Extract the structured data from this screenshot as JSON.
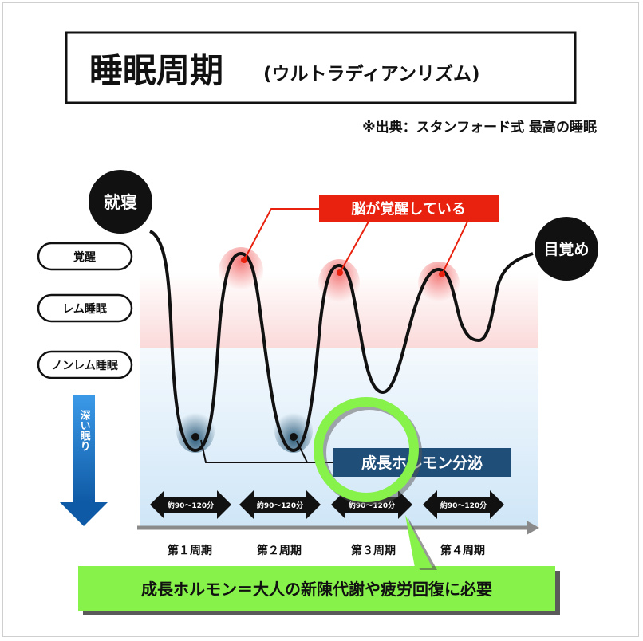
{
  "title": {
    "main": "睡眠周期",
    "sub": "(ウルトラディアンリズム)"
  },
  "source": "※出典：スタンフォード式 最高の睡眠",
  "start_label": "就寝",
  "end_label": "目覚め",
  "states": [
    "覚醒",
    "レム睡眠",
    "ノンレム睡眠"
  ],
  "deep_sleep_label": "深い眠り",
  "awake_callout": "脳が覚醒している",
  "growth_hormone_callout": "成長ホルモン分泌",
  "cycles": [
    {
      "duration": "約90〜120分",
      "label": "第１周期"
    },
    {
      "duration": "約90〜120分",
      "label": "第２周期"
    },
    {
      "duration": "約90〜120分",
      "label": "第３周期"
    },
    {
      "duration": "約90〜120分",
      "label": "第４周期"
    }
  ],
  "banner": "成長ホルモン＝大人の新陳代謝や疲労回復に必要",
  "colors": {
    "awake_red": "#e8220e",
    "hormone_blue": "#1f4e79",
    "highlight_green": "#86f24a",
    "deep_arrow_blue": "#1a6fc0"
  }
}
